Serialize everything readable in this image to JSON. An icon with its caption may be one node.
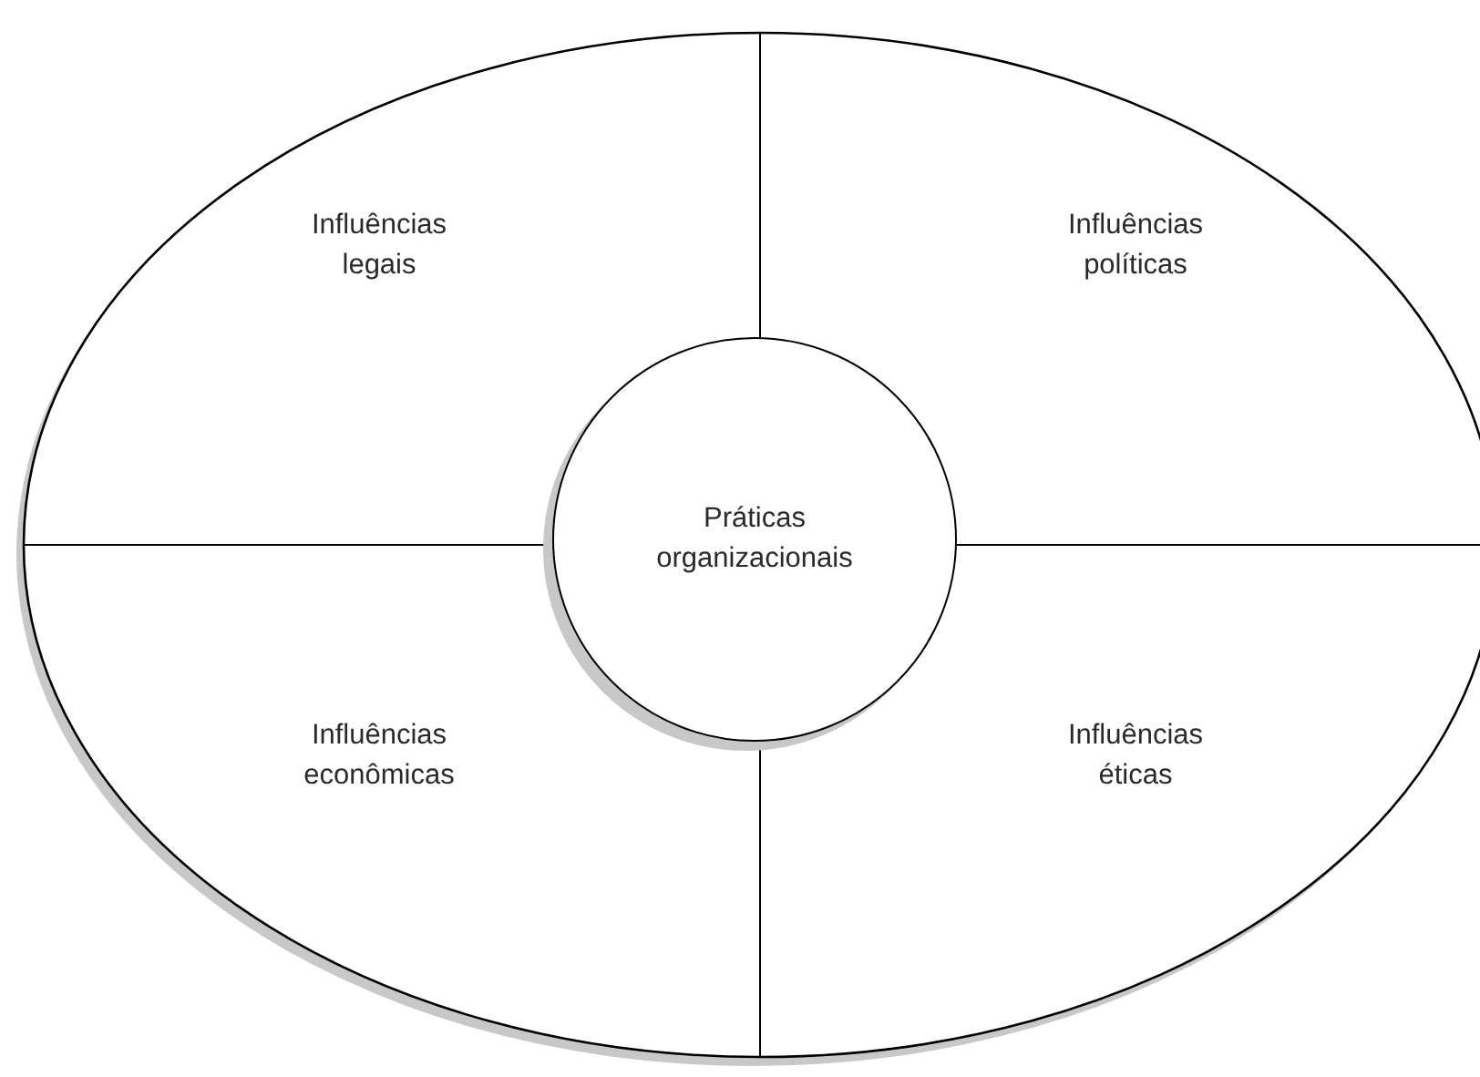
{
  "diagram": {
    "nodes": [
      {
        "text": [],
        "shape": "ellipse"
      },
      {
        "text": [
          "Influências legais"
        ],
        "in": 0
      },
      {
        "text": [
          "Influências políticas"
        ],
        "in": 0
      },
      {
        "text": [
          "Influências econômicas"
        ],
        "in": 0
      },
      {
        "text": [
          "Influências éticas"
        ],
        "in": 0
      },
      {
        "text": [
          "Práticas organizacionais"
        ],
        "in": 0
      }
    ]
  }
}
